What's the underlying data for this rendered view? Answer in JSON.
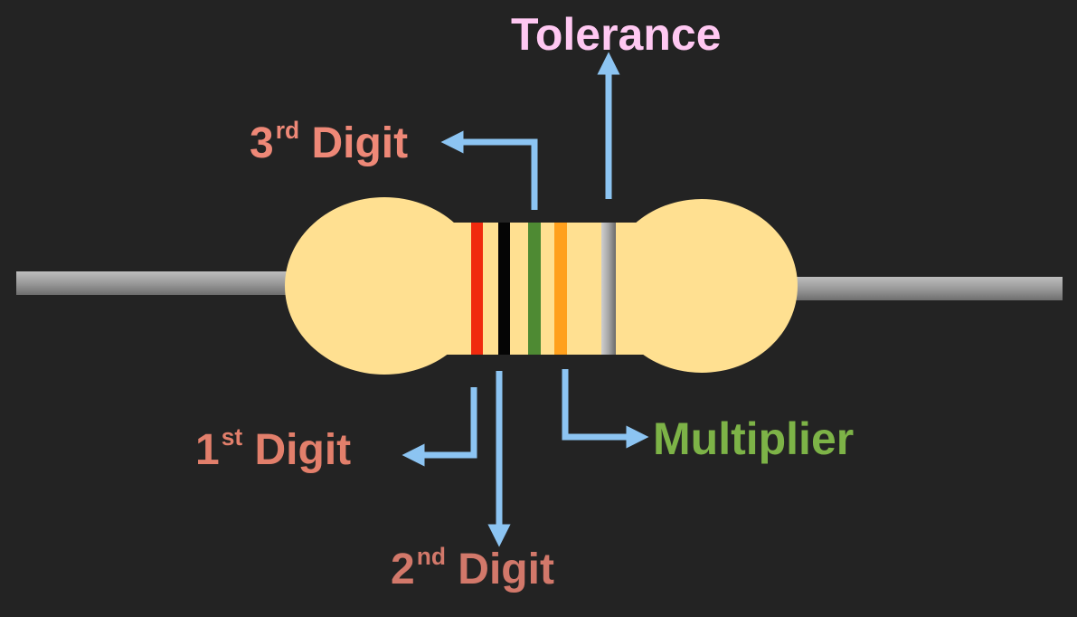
{
  "labels": {
    "tolerance": {
      "text": "Tolerance",
      "color": "#FFC8F2"
    },
    "third_digit": {
      "main": "3",
      "sup": "rd",
      "rest": " Digit",
      "color": "#EE8877"
    },
    "first_digit": {
      "main": "1",
      "sup": "st",
      "rest": " Digit",
      "color": "#E27F6B"
    },
    "second_digit": {
      "main": "2",
      "sup": "nd",
      "rest": " Digit",
      "color": "#D2786A"
    },
    "multiplier": {
      "text": "Multiplier",
      "color": "#7DB347"
    }
  },
  "colors": {
    "background": "#232323",
    "body": "#FFE091",
    "lead": "#9A9A9A",
    "arrow": "#8CC4F2",
    "band_red": "#F02A0E",
    "band_black": "#050505",
    "band_green": "#4E8A33",
    "band_orange": "#FFA01C",
    "band_gray": "#A6A6A6"
  },
  "icons": {
    "resistor": "resistor-icon",
    "arrows": "arrow-icon"
  }
}
